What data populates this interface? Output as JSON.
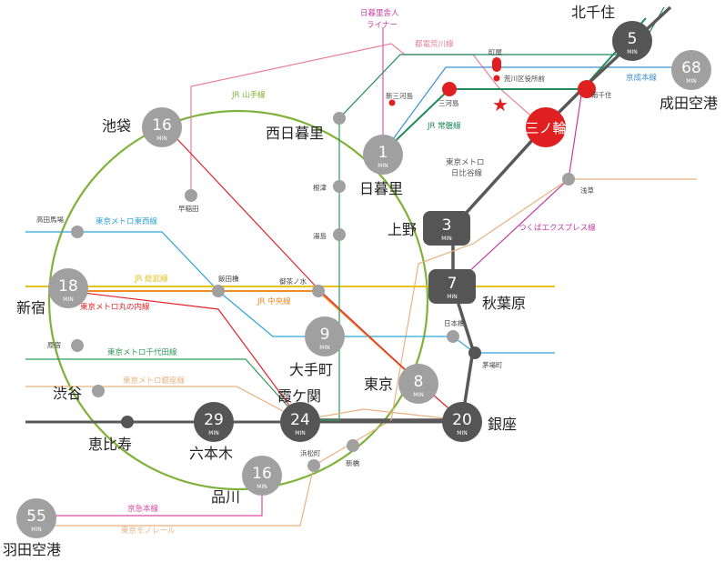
{
  "lines": {
    "yamanote": "JR 山手線",
    "nippori_toneri": "日暮里舎人\nライナー",
    "toden_arakawa": "都電荒川線",
    "keisei_main": "京成本線",
    "jr_joban": "JR 常磐線",
    "metro_hibiya": "東京メトロ\n日比谷線",
    "tsukuba_express": "つくばエクスプレス線",
    "metro_tozai": "東京メトロ東西線",
    "jr_sobu": "JR 総武線",
    "jr_chuo": "JR 中央線",
    "metro_marunouchi": "東京メトロ丸の内線",
    "metro_chiyoda": "東京メトロ千代田線",
    "metro_ginza": "東京メトロ銀座線",
    "keikyu_main": "京急本線",
    "tokyo_monorail": "東京モノレール"
  },
  "badges": {
    "kitasenju": "5",
    "narita": "68",
    "ikebukuro": "16",
    "nippori": "1",
    "ueno": "3",
    "akihabara": "7",
    "shinjuku": "18",
    "otemachi": "9",
    "tokyo": "8",
    "ginza": "20",
    "kasumigaseki": "24",
    "roppongi": "29",
    "shinagawa": "16",
    "haneda": "55",
    "min": "MIN"
  },
  "stations": {
    "kitasenju": "北千住",
    "narita": "成田空港",
    "ikebukuro": "池袋",
    "nishinippori": "西日暮里",
    "nippori": "日暮里",
    "ueno": "上野",
    "akihabara": "秋葉原",
    "shinjuku": "新宿",
    "otemachi": "大手町",
    "tokyo": "東京",
    "ginza": "銀座",
    "kasumigaseki": "霞ケ関",
    "roppongi": "六本木",
    "ebisu": "恵比寿",
    "shibuya": "渋谷",
    "shinagawa": "品川",
    "haneda": "羽田空港",
    "minowa": "三ノ輪",
    "machiya": "町屋",
    "arakawa_kuyakusho": "荒川区役所前",
    "shinmikawashima": "新三河島",
    "mikawashima": "三河島",
    "minamisenju": "南千住",
    "asakusa": "浅草",
    "nezu": "根津",
    "yushima": "湯島",
    "waseda": "早稲田",
    "takadanobaba": "高田馬場",
    "iidabashi": "飯田橋",
    "ochanomizu": "御茶ノ水",
    "harajuku": "原宿",
    "nihombashi": "日本橋",
    "kayabacho": "茅場町",
    "hamamatsucho": "浜松町",
    "shimbashi": "新橋"
  },
  "colors": {
    "yamanote": "#7fb23a",
    "joban": "#1f8a5a",
    "hibiya": "#595959",
    "toden": "#e8829a",
    "keisei": "#3a8fcf",
    "tsukuba": "#c43ba3",
    "tozai": "#2ea3d8",
    "sobu": "#e6c21a",
    "chuo": "#f08a24",
    "marunouchi": "#e0222a",
    "chiyoda": "#2f9a5a",
    "ginza": "#e8b27f",
    "keikyu": "#d94aa0",
    "monorail": "#e8b27f",
    "toneri": "#c43ba3",
    "badge_gray": "#a0a0a0",
    "badge_dark": "#555555",
    "minowa_red": "#e02020"
  }
}
